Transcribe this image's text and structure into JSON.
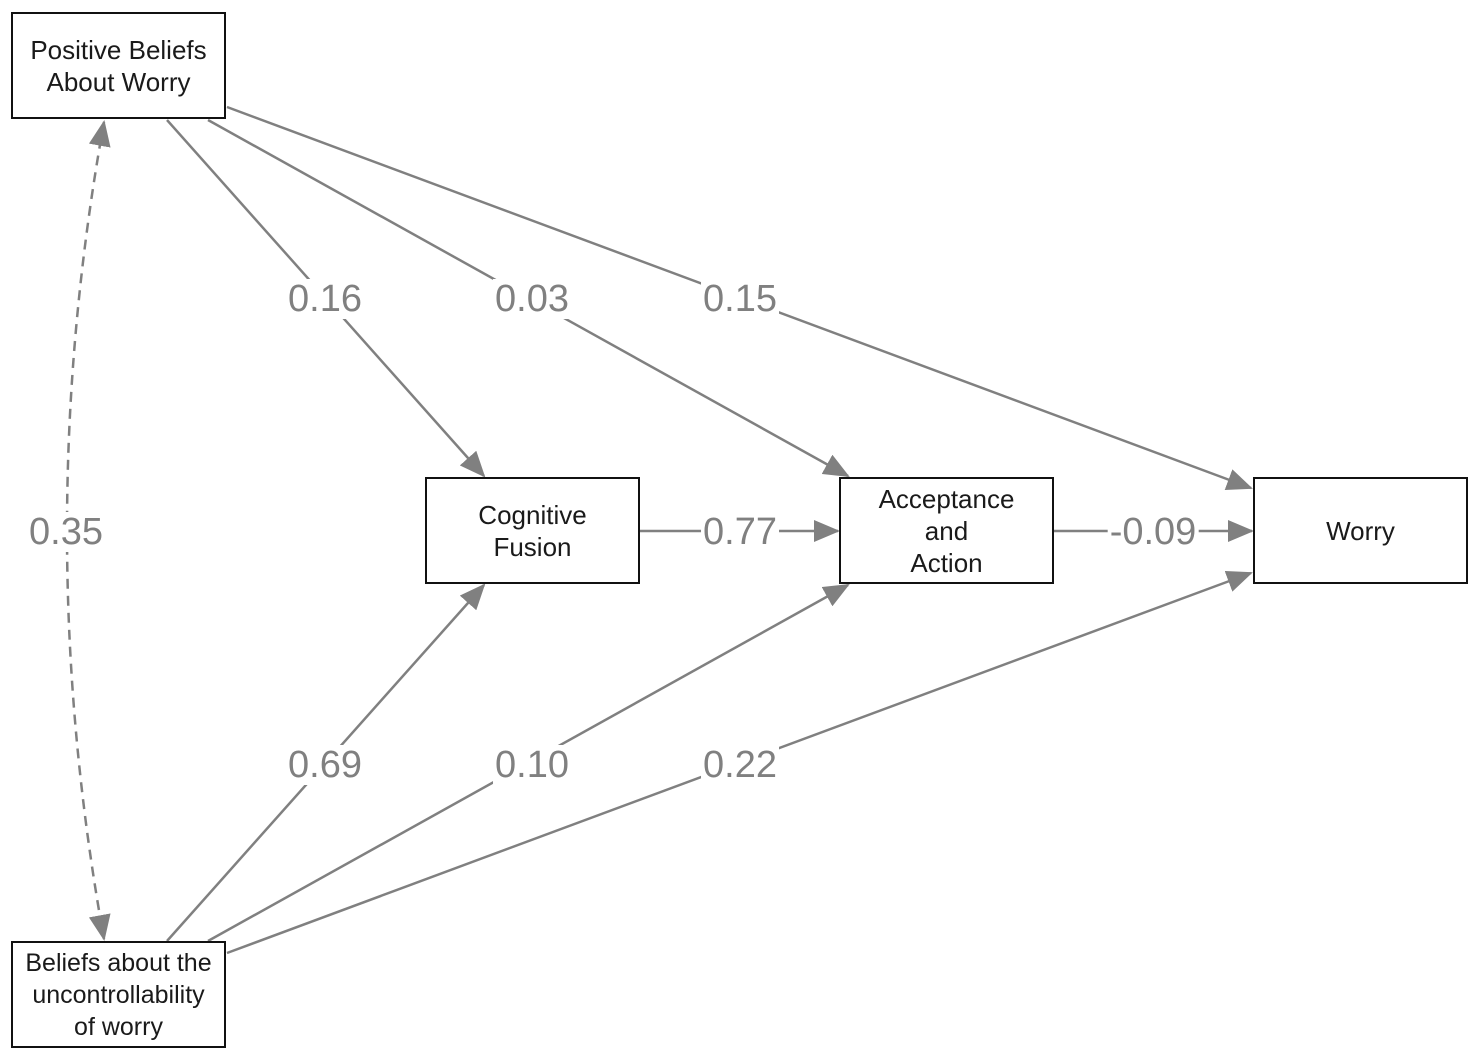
{
  "nodes": {
    "positive_beliefs": {
      "lines": [
        "Positive Beliefs",
        "About Worry"
      ]
    },
    "cognitive_fusion": {
      "lines": [
        "Cognitive",
        "Fusion"
      ]
    },
    "acceptance_action": {
      "lines": [
        "Acceptance",
        "and",
        "Action"
      ]
    },
    "worry": {
      "lines": [
        "Worry"
      ]
    },
    "uncontrollability": {
      "lines": [
        "Beliefs about the",
        "uncontrollability",
        "of worry"
      ]
    }
  },
  "paths": {
    "pbw_to_cf": "0.16",
    "pbw_to_aa": "0.03",
    "pbw_to_w": "0.15",
    "cf_to_aa": "0.77",
    "aa_to_w": "-0.09",
    "buw_to_cf": "0.69",
    "buw_to_aa": "0.10",
    "buw_to_w": "0.22",
    "covariance_pbw_buw": "0.35"
  },
  "colors": {
    "arrow": "#808080",
    "label": "#808080",
    "box_border": "#111111"
  }
}
